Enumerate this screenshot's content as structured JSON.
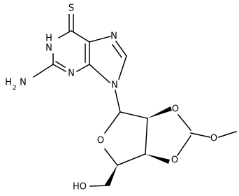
{
  "molecule": {
    "labels": {
      "thione_s": "S",
      "n1h_h": "H",
      "n1h_n": "N",
      "n7": "N",
      "n9": "N",
      "n3": "N",
      "nh2_h": "H",
      "nh2_sub": "2",
      "nh2_n": "N",
      "ring_o4": "O",
      "dioxol_o2": "O",
      "dioxol_o3": "O",
      "methoxy_o": "O",
      "hydroxyl_h": "HO"
    }
  }
}
